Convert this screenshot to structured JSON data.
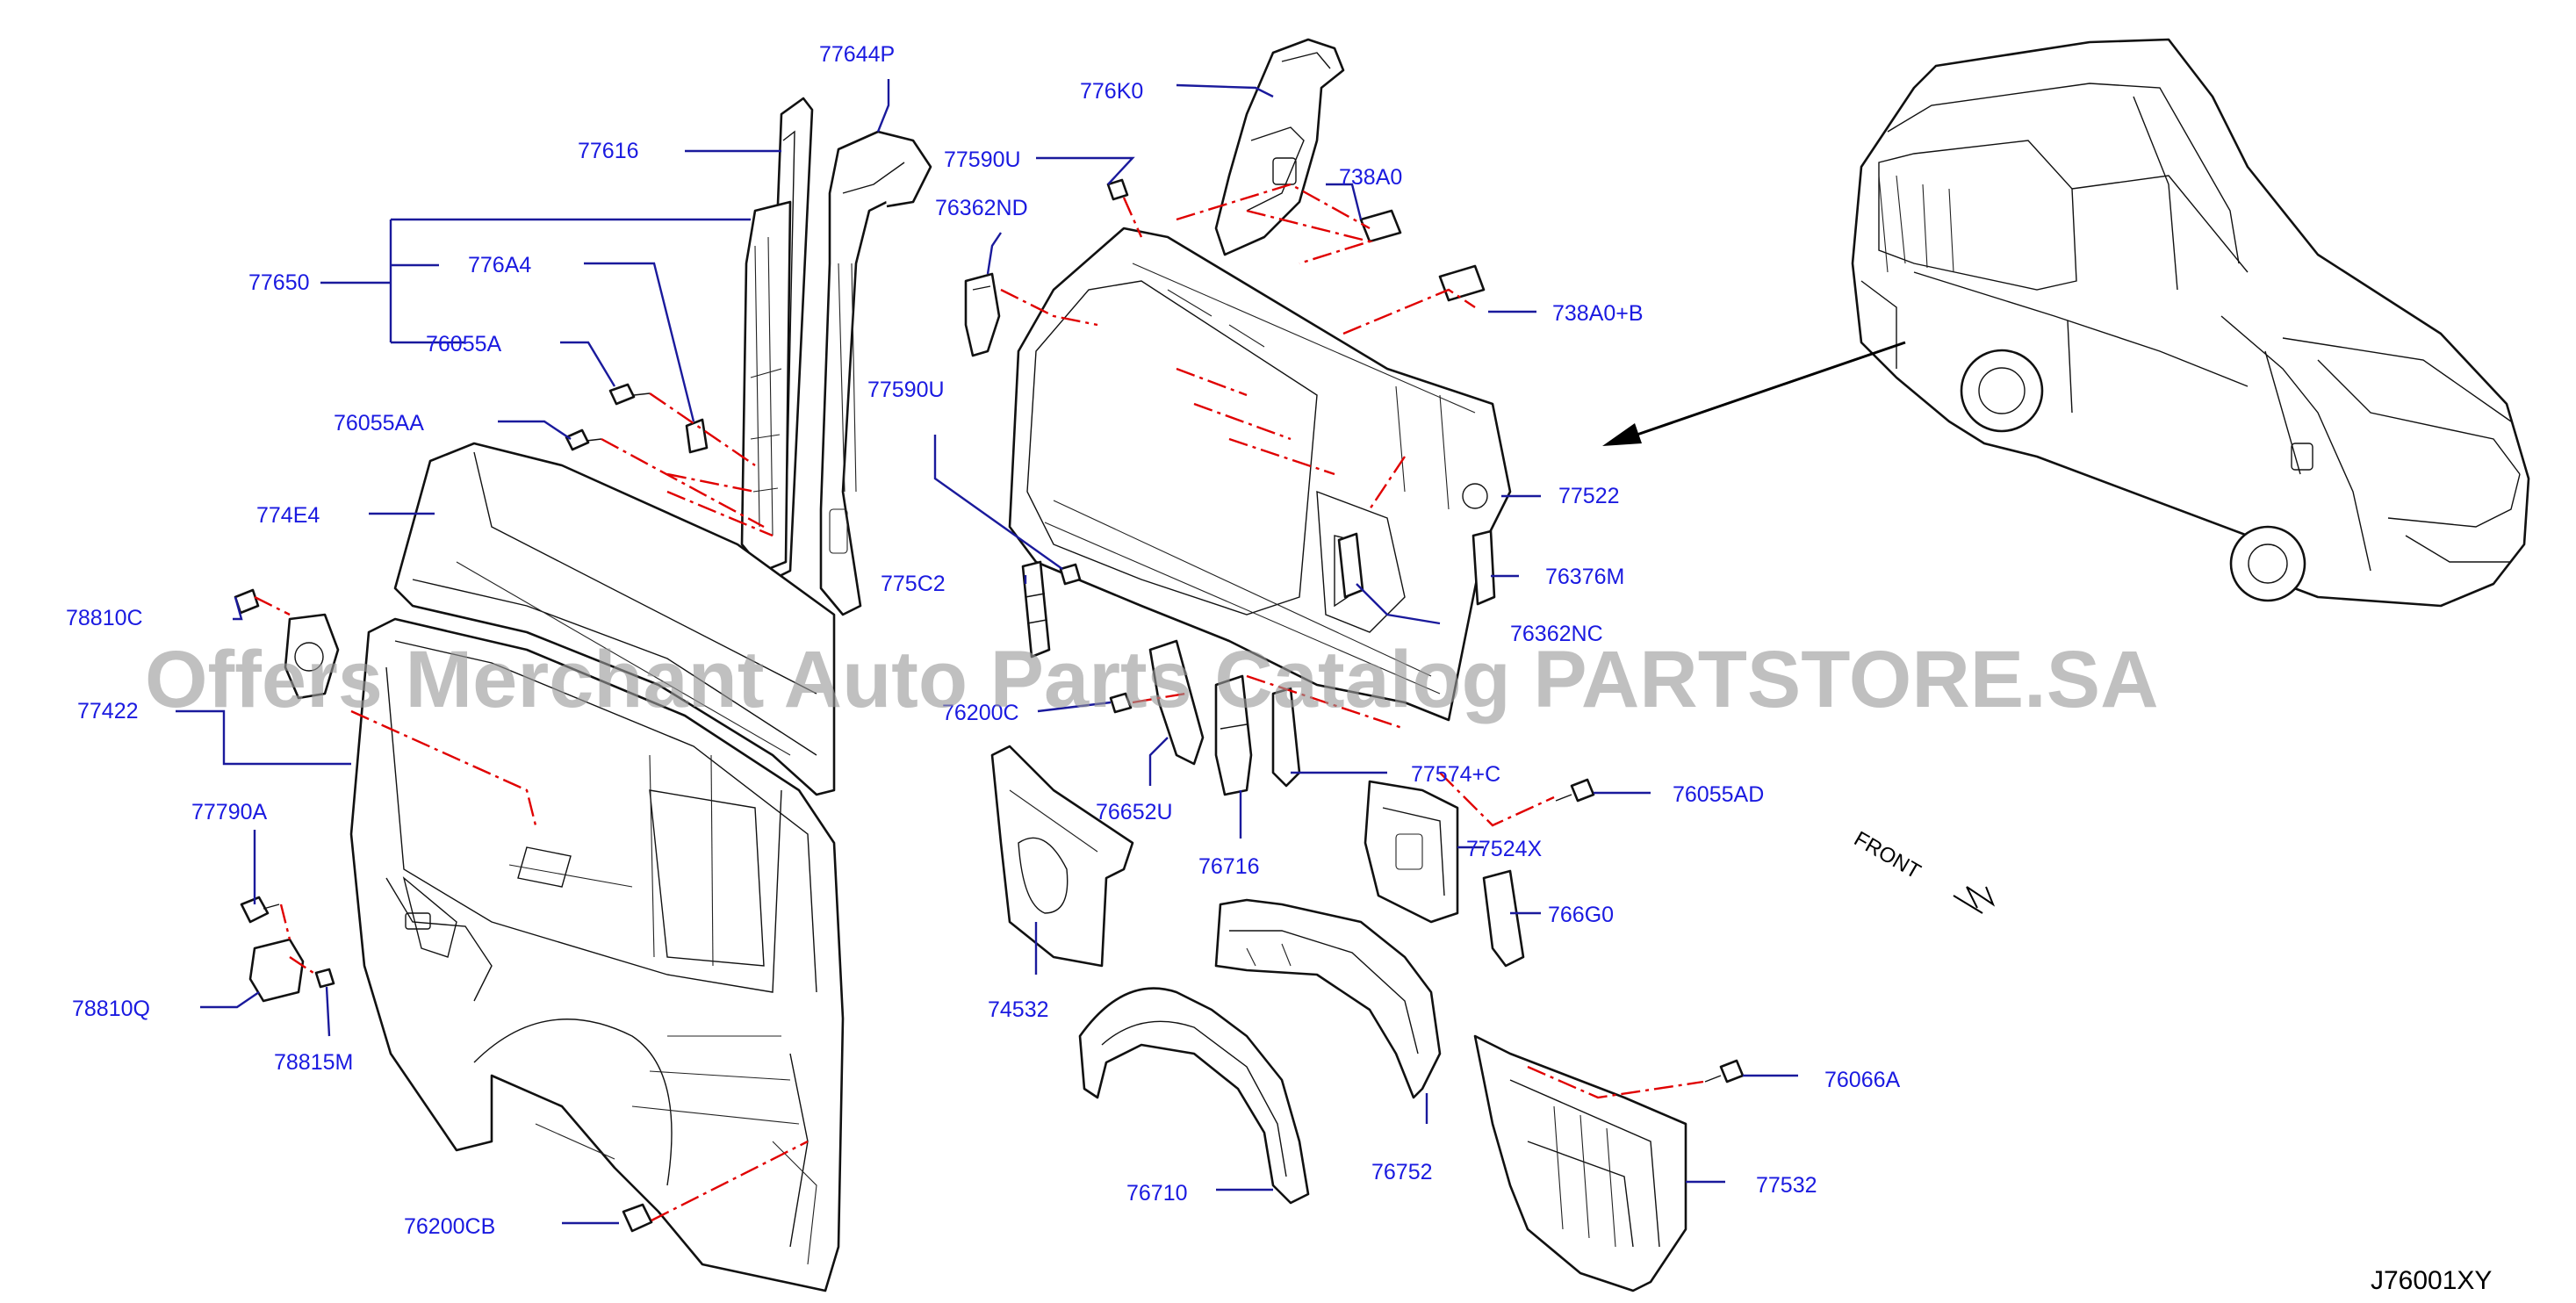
{
  "diagram": {
    "labels": {
      "p77644P": "77644P",
      "p776K0": "776K0",
      "p77616": "77616",
      "p77590U_top": "77590U",
      "p738A0": "738A0",
      "p76362ND": "76362ND",
      "p77650": "77650",
      "p776A4": "776A4",
      "p738A0B": "738A0+B",
      "p76055A": "76055A",
      "p76055AA": "76055AA",
      "p77590U_mid": "77590U",
      "p77522": "77522",
      "p774E4": "774E4",
      "p76376M": "76376M",
      "p775C2": "775C2",
      "p78810C": "78810C",
      "p76362NC": "76362NC",
      "p77422": "77422",
      "p76200C": "76200C",
      "p77574C": "77574+C",
      "p76055AD": "76055AD",
      "p76652U": "76652U",
      "p77790A": "77790A",
      "p77524X": "77524X",
      "p76716": "76716",
      "p766G0": "766G0",
      "p74532": "74532",
      "p78810Q": "78810Q",
      "p78815M": "78815M",
      "p76066A": "76066A",
      "p76752": "76752",
      "p77532": "77532",
      "p76710": "76710",
      "p76200CB": "76200CB"
    },
    "front_label": "FRONT",
    "diagram_code": "J76001XY",
    "watermark": "Offers Merchant Auto Parts Catalog PARTSTORE.SA",
    "colors": {
      "label": "#1a1ae0",
      "leader": "#1a1a9c",
      "dash": "#e00000",
      "watermark": "#9a9a9a"
    }
  }
}
